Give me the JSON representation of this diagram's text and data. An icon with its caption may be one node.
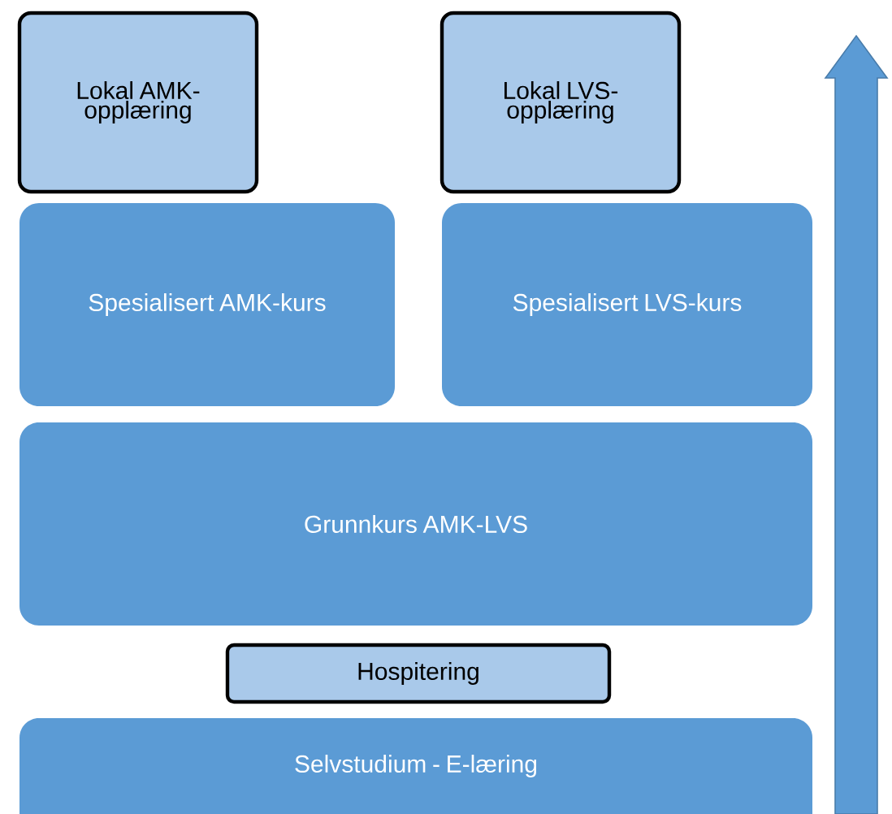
{
  "diagram": {
    "nodes": [
      {
        "text": [
          "Lokal AMK-opplæring"
        ]
      },
      {
        "text": [
          "Lokal LVS-opplæring"
        ]
      },
      {
        "text": [
          "Spesialisert AMK-kurs"
        ]
      },
      {
        "text": [
          "Spesialisert LVS-kurs"
        ]
      },
      {
        "text": [
          "Grunnkurs AMK-LVS"
        ]
      },
      {
        "text": [
          "Hospitering"
        ]
      },
      {
        "text": [
          "Selvstudium - E-læring"
        ]
      }
    ]
  }
}
